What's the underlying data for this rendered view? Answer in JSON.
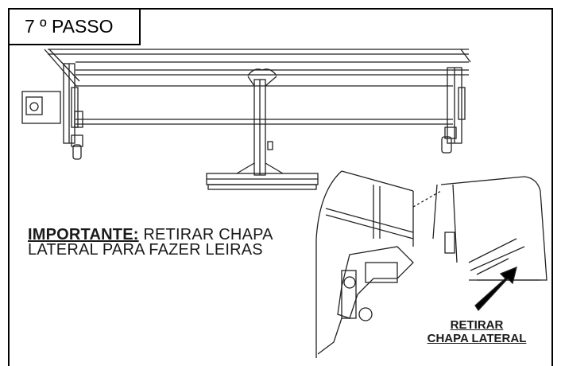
{
  "step_label": "7 º PASSO",
  "note": {
    "emphasis": "IMPORTANTE:",
    "line1_rest": " RETIRAR CHAPA",
    "line2": "LATERAL PARA FAZER LEIRAS"
  },
  "callout": {
    "line1": "RETIRAR",
    "line2": "CHAPA LATERAL"
  }
}
